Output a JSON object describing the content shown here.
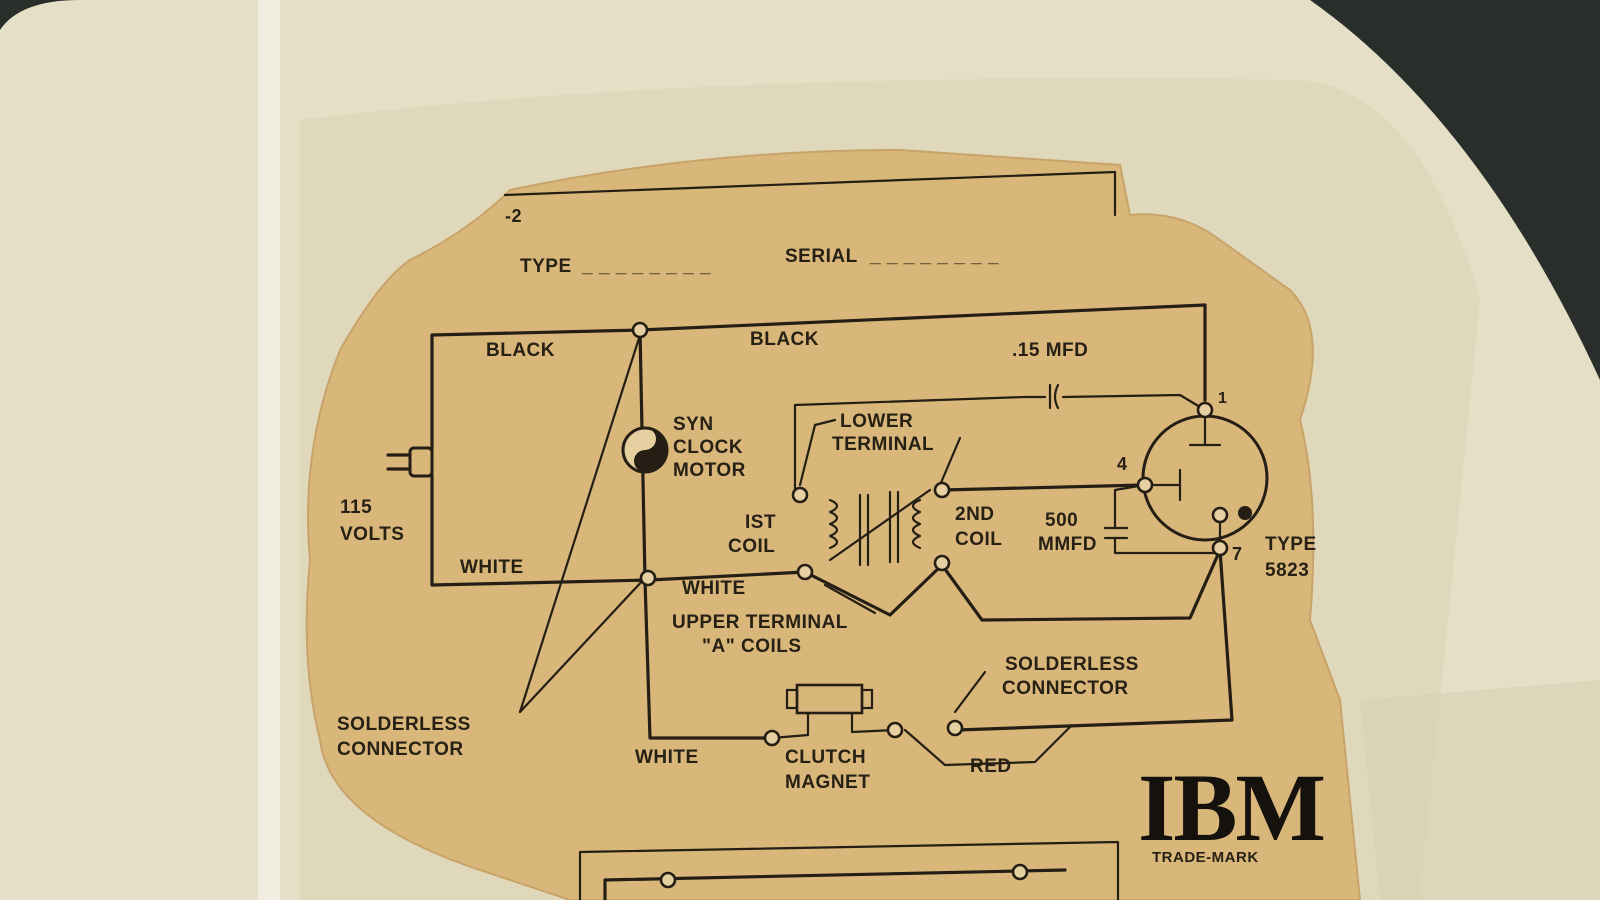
{
  "label": {
    "part_number": "-2",
    "type_field": "TYPE",
    "serial_field": "SERIAL",
    "blank_dashes": "_ _ _ _ _ _ _ _"
  },
  "diagram": {
    "black_left": "BLACK",
    "black_right": "BLACK",
    "capacitor_15": ".15 MFD",
    "motor_line1": "SYN",
    "motor_line2": "CLOCK",
    "motor_line3": "MOTOR",
    "lower_terminal_1": "LOWER",
    "lower_terminal_2": "TERMINAL",
    "volts_1": "115",
    "volts_2": "VOLTS",
    "coil1_1": "IST",
    "coil1_2": "COIL",
    "coil2_1": "2ND",
    "coil2_2": "COIL",
    "cap500_1": "500",
    "cap500_2": "MMFD",
    "pin_1": "1",
    "pin_4": "4",
    "pin_7": "7",
    "tube_1": "TYPE",
    "tube_2": "5823",
    "white_left": "WHITE",
    "white_mid": "WHITE",
    "upper_terminal": "UPPER TERMINAL",
    "a_coils": "\"A\" COILS",
    "solderless_left_1": "SOLDERLESS",
    "solderless_left_2": "CONNECTOR",
    "solderless_right_1": "SOLDERLESS",
    "solderless_right_2": "CONNECTOR",
    "white_bottom": "WHITE",
    "clutch_1": "CLUTCH",
    "clutch_2": "MAGNET",
    "red": "RED"
  },
  "brand": {
    "logo": "IBM",
    "trademark": "TRADE-MARK"
  }
}
